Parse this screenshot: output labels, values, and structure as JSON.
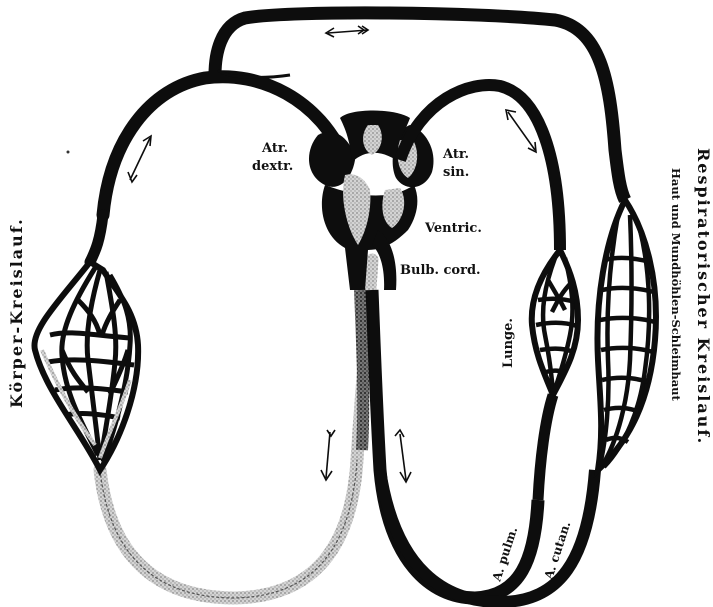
{
  "labels": {
    "atr_dextr": [
      "Atr.",
      "dextr."
    ],
    "atr_sin": [
      "Atr.",
      "sin."
    ],
    "ventric": "Ventric.",
    "bulb_cord": "Bulb. cord.",
    "lunge": "Lunge.",
    "a_pulm": "A. pulm.",
    "a_cutan": "A. cutan.",
    "koerper_kreislauf": "Körper-Kreislauf.",
    "respiratorischer_kreislauf": "Respiratorischer Kreislauf.",
    "haut_mundhoehlen": "Haut und Mundhöhlen-Schleimhaut"
  },
  "colors": {
    "vessel": "#0d0d0d",
    "mixed": "#7a7a7a",
    "heart_light": "#c9c9c9",
    "background": "#ffffff"
  }
}
